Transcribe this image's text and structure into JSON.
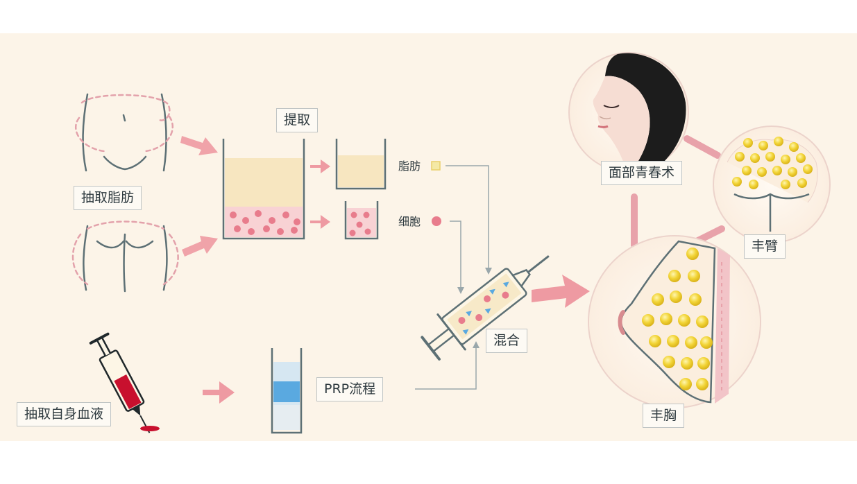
{
  "labels": {
    "extract_fat": "抽取脂肪",
    "extraction": "提取",
    "fat": "脂肪",
    "cells": "细胞",
    "draw_blood": "抽取自身血液",
    "prp_process": "PRP流程",
    "mix": "混合",
    "face_rejuvenation": "面部青春术",
    "arm_augmentation": "丰臂",
    "breast_augmentation": "丰胸"
  },
  "colors": {
    "background": "#fcf4e8",
    "fat": "#f7e6c0",
    "cells": "#e87c8c",
    "arrow": "#ee9aa2",
    "connector": "#e8a2aa",
    "fat_globule": "#f2d436",
    "blood": "#c8102e",
    "prp_plasma": "#5aa9e0",
    "line_art": "#5d7075"
  }
}
